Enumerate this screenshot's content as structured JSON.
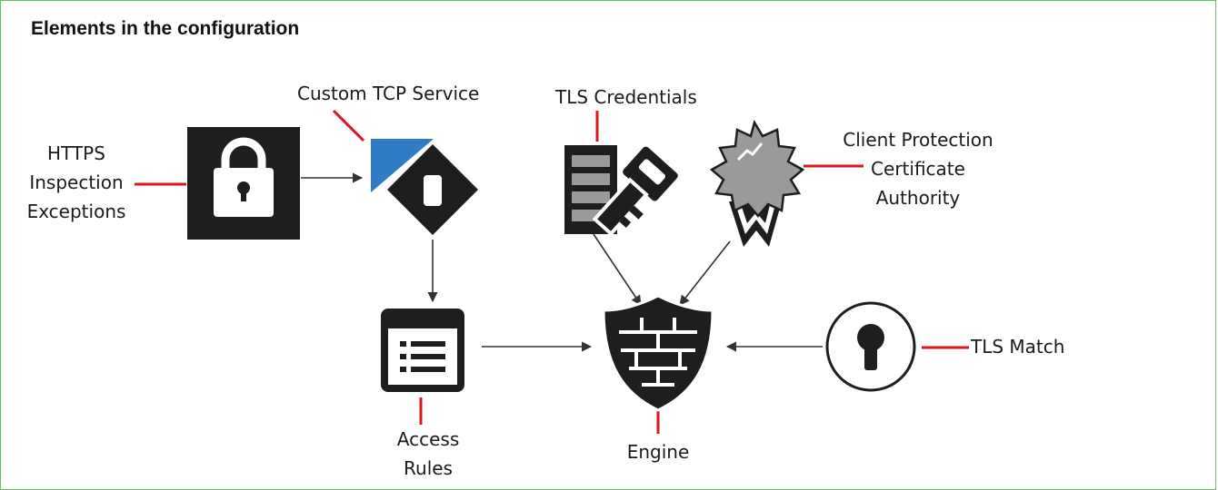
{
  "title": "Elements in the configuration",
  "colors": {
    "frame": "#5cc85c",
    "pointer": "#e0141e",
    "icon": "#1e1e1e",
    "accent": "#2f7bc4",
    "badge": "#9a9a9a"
  },
  "nodes": {
    "https_exceptions": {
      "lines": [
        "HTTPS",
        "Inspection",
        "Exceptions"
      ],
      "icon": "padlock-icon"
    },
    "custom_tcp_service": {
      "lines": [
        "Custom TCP Service"
      ],
      "icon": "service-diamond-icon"
    },
    "tls_credentials": {
      "lines": [
        "TLS Credentials"
      ],
      "icon": "credentials-key-icon"
    },
    "client_protection_ca": {
      "lines": [
        "Client Protection",
        "Certificate",
        "Authority"
      ],
      "icon": "certificate-badge-icon"
    },
    "access_rules": {
      "lines": [
        "Access",
        "Rules"
      ],
      "icon": "access-rules-list-icon"
    },
    "engine": {
      "lines": [
        "Engine"
      ],
      "icon": "firewall-shield-icon"
    },
    "tls_match": {
      "lines": [
        "TLS Match"
      ],
      "icon": "keyhole-icon"
    }
  }
}
